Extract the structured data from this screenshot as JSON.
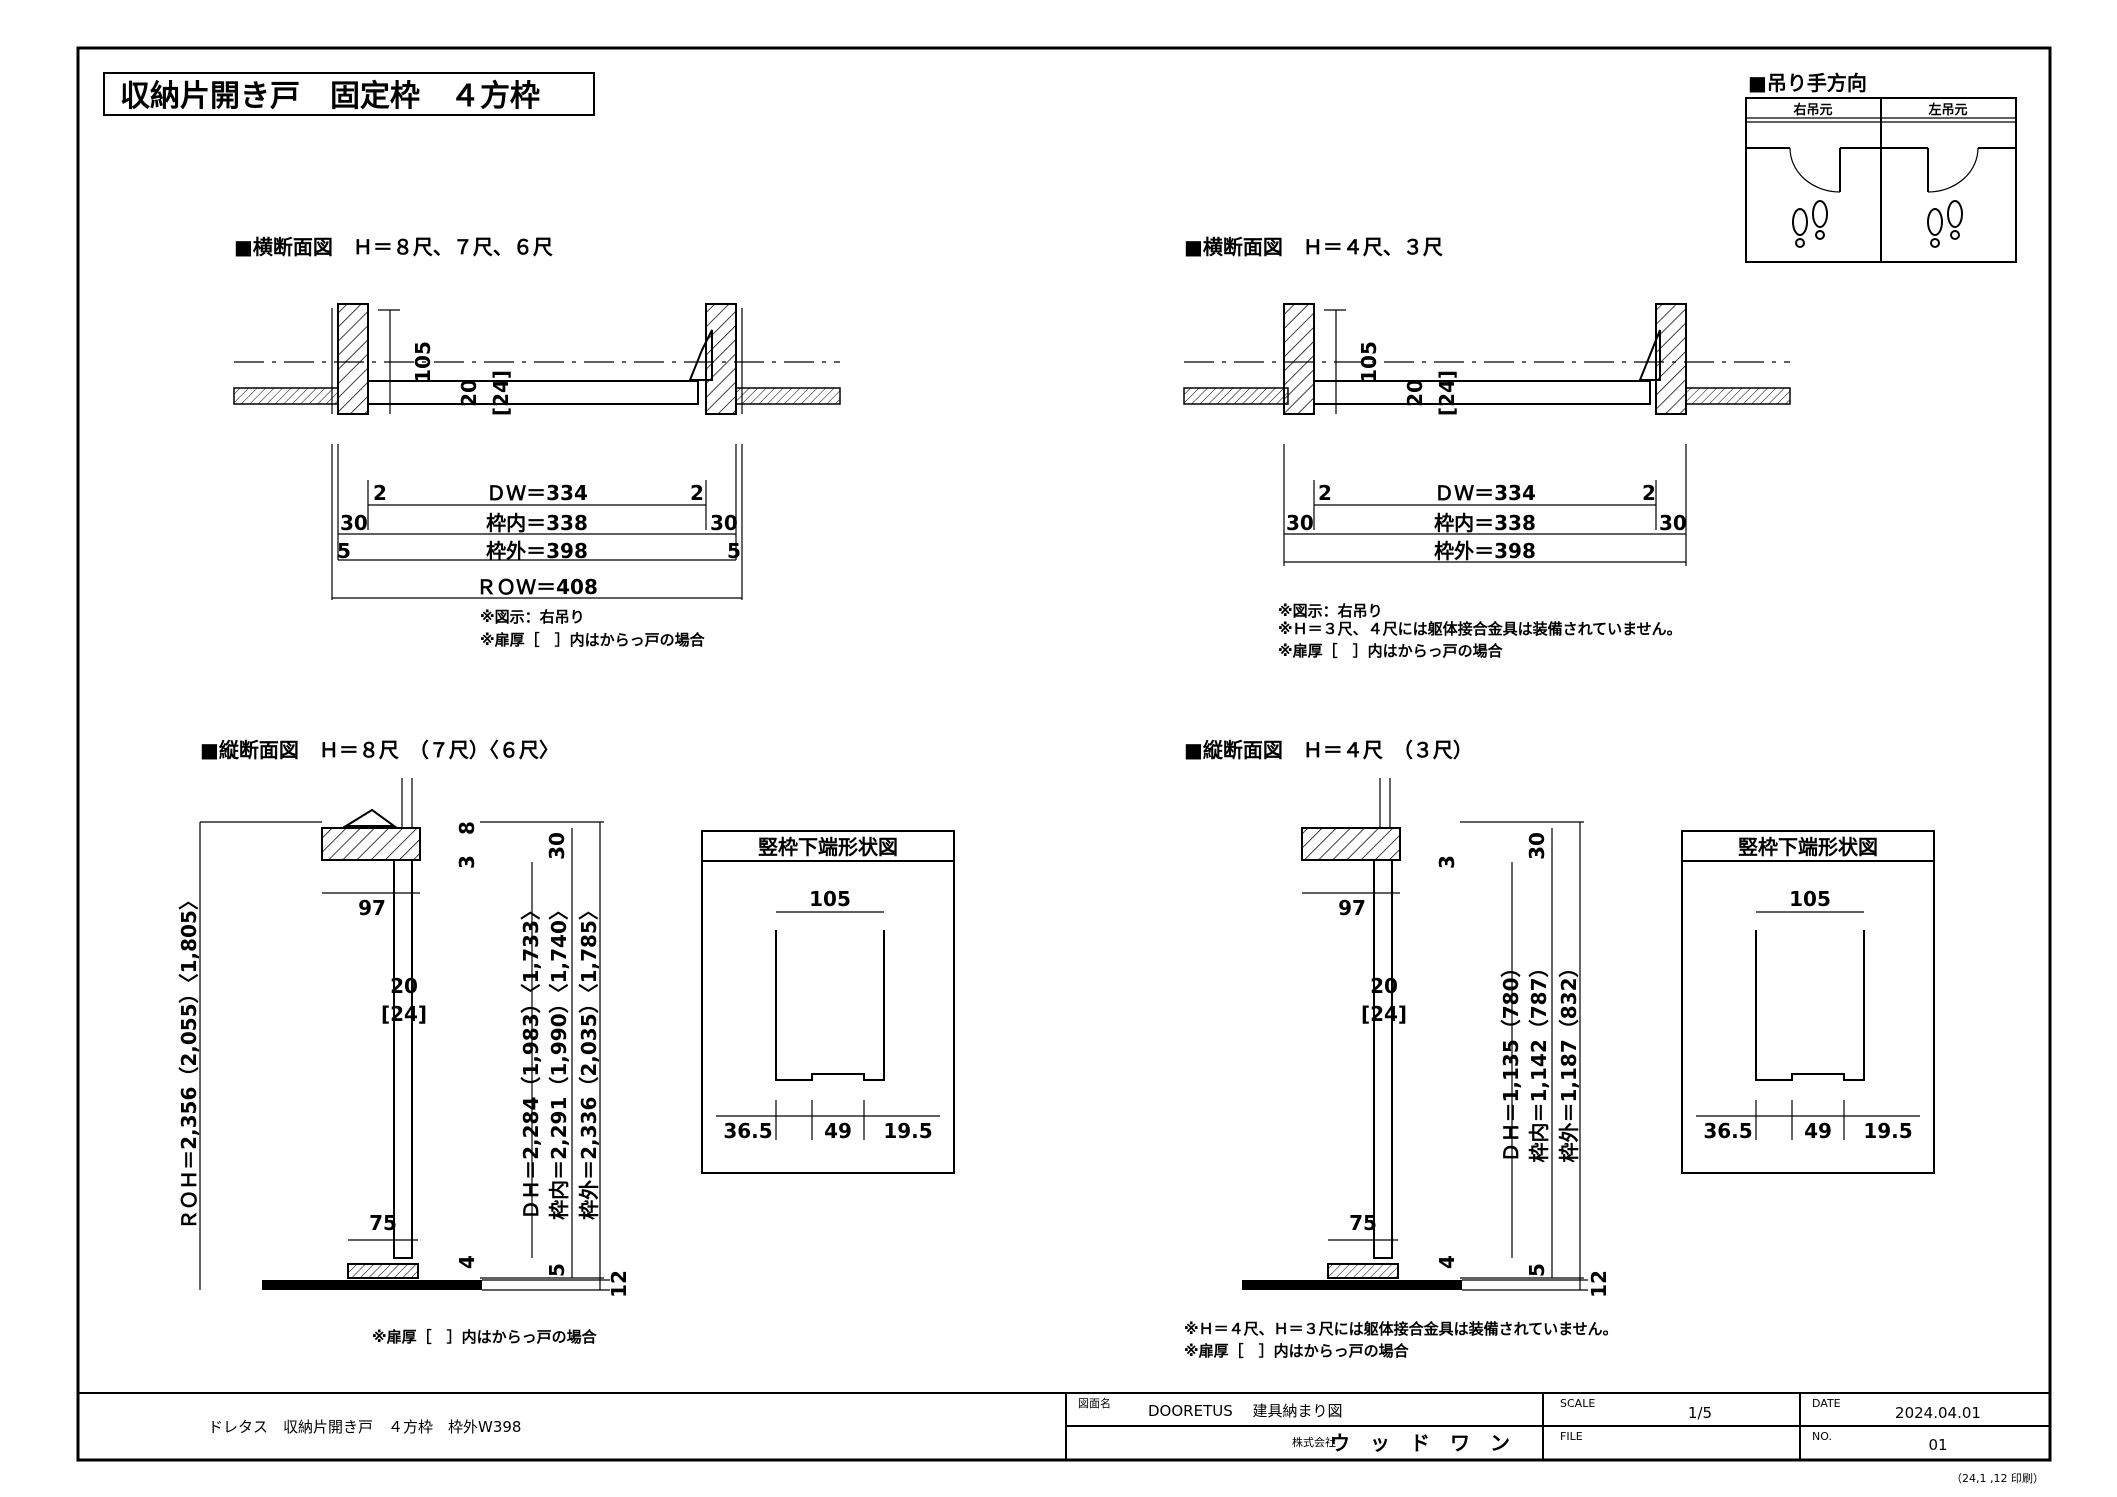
{
  "title": "収納片開き戸　固定枠　４方枠",
  "hinge": {
    "heading": "■吊り手方向",
    "right": "右吊元",
    "left": "左吊元"
  },
  "hsec1": {
    "heading": "■横断面図　Ｈ＝８尺、７尺、６尺",
    "d105": "105",
    "d20": "20",
    "d24": "[24]",
    "d2": "2",
    "dw": "ＤＷ＝334",
    "d30": "30",
    "inner": "枠内＝338",
    "d5": "5",
    "outer": "枠外＝398",
    "row": "ＲＯＷ＝408",
    "note1": "※図示：右吊り",
    "note2": "※扉厚［　］内はからっ戸の場合"
  },
  "hsec2": {
    "heading": "■横断面図　Ｈ＝４尺、３尺",
    "d105": "105",
    "d20": "20",
    "d24": "[24]",
    "d2": "2",
    "dw": "ＤＷ＝334",
    "d30": "30",
    "inner": "枠内＝338",
    "outer": "枠外＝398",
    "note1": "※図示：右吊り",
    "note2": "※Ｈ＝３尺、４尺には躯体接合金具は装備されていません。",
    "note3": "※扉厚［　］内はからっ戸の場合"
  },
  "vsec1": {
    "heading": "■縦断面図　Ｈ＝８尺　（７尺）〈６尺〉",
    "d8": "8",
    "d3": "3",
    "d30": "30",
    "d97": "97",
    "d20": "20",
    "d24": "[24]",
    "d75": "75",
    "d4": "4",
    "d5": "5",
    "d12": "12",
    "roh": "ＲＯＨ＝2,356（2,055）〈1,805〉",
    "dh": "ＤＨ＝2,284（1,983）〈1,733〉",
    "inner": "枠内＝2,291（1,990）〈1,740〉",
    "outer": "枠外＝2,336（2,035）〈1,785〉",
    "note": "※扉厚［　］内はからっ戸の場合"
  },
  "vsec2": {
    "heading": "■縦断面図　Ｈ＝４尺　（３尺）",
    "d3": "3",
    "d30": "30",
    "d97": "97",
    "d20": "20",
    "d24": "[24]",
    "d75": "75",
    "d4": "4",
    "d5": "5",
    "d12": "12",
    "dh": "ＤＨ＝1,135（780）",
    "inner": "枠内＝1,142（787）",
    "outer": "枠外＝1,187（832）",
    "note1": "※Ｈ＝４尺、Ｈ＝３尺には躯体接合金具は装備されていません。",
    "note2": "※扉厚［　］内はからっ戸の場合"
  },
  "profile": {
    "heading": "竪枠下端形状図",
    "d105": "105",
    "a": "36.5",
    "b": "49",
    "c": "19.5"
  },
  "titleblock": {
    "product": "ドレタス　収納片開き戸　４方枠　枠外W398",
    "drawing_label": "図面名",
    "drawing_name": "DOORETUS　 建具納まり図",
    "company_mark": "株式会社",
    "company": "ウ　ッ　ド　ワ　ン",
    "scale_label": "SCALE",
    "scale": "1/5",
    "file_label": "FILE",
    "date_label": "DATE",
    "date": "2024.04.01",
    "no_label": "NO.",
    "no": "01",
    "print": "（24,1 ,12 印刷）"
  }
}
